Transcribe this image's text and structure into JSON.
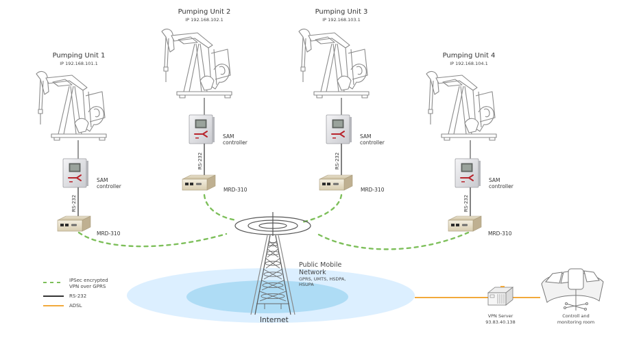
{
  "pumping_units": [
    {
      "title": "Pumping Unit 1",
      "ip": "IP 192.168.101.1",
      "controller_label_1": "SAM",
      "controller_label_2": "controller",
      "serial_label": "RS-232",
      "modem_label": "MRD-310"
    },
    {
      "title": "Pumping Unit 2",
      "ip": "IP 192.168.102.1",
      "controller_label_1": "SAM",
      "controller_label_2": "controller",
      "serial_label": "RS-232",
      "modem_label": "MRD-310"
    },
    {
      "title": "Pumping Unit 3",
      "ip": "IP 192.168.103.1",
      "controller_label_1": "SAM",
      "controller_label_2": "controller",
      "serial_label": "RS-232",
      "modem_label": "MRD-310"
    },
    {
      "title": "Pumping Unit 4",
      "ip": "IP 192.168.104.1",
      "controller_label_1": "SAM",
      "controller_label_2": "controller",
      "serial_label": "RS-232",
      "modem_label": "MRD-310"
    }
  ],
  "network": {
    "title_1": "Public Mobile",
    "title_2": "Network",
    "tech_1": "GPRS, UMTS, HSDPA,",
    "tech_2": "HSUPA",
    "internet_label": "Internet",
    "tower_icon": "cell-tower-icon"
  },
  "vpn_server": {
    "label": "VPN Server",
    "ip": "93.83.40.138",
    "icon": "server-icon"
  },
  "control_room": {
    "label_1": "Controll and",
    "label_2": "monitoring room",
    "icon": "control-room-icon"
  },
  "legend": [
    {
      "style": "dashed",
      "color": "#7dbf5a",
      "label_1": "IPSec encrypted",
      "label_2": "VPN over GPRS"
    },
    {
      "style": "solid",
      "color": "#333333",
      "label_1": "RS-232",
      "label_2": ""
    },
    {
      "style": "solid",
      "color": "#f2a93b",
      "label_1": "ADSL",
      "label_2": ""
    }
  ],
  "colors": {
    "vpn_link": "#7dbf5a",
    "rs232": "#555555",
    "adsl": "#f2a93b",
    "internet_outer": "#dcefff",
    "internet_inner": "#aedcf5",
    "controller_logo": "#b8232b"
  }
}
